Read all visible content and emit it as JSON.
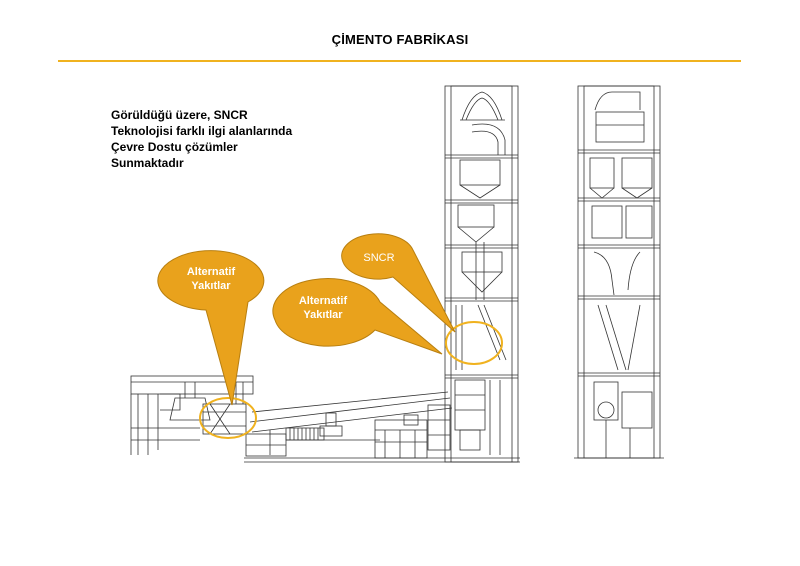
{
  "header": {
    "title": "ÇİMENTO FABRİKASI"
  },
  "intro": {
    "lines": [
      "Görüldüğü üzere, SNCR",
      "Teknolojisi farklı ilgi alanlarında",
      "Çevre Dostu çözümler",
      "Sunmaktadır"
    ]
  },
  "callouts": {
    "alt1": {
      "line1": "Alternatif",
      "line2": "Yakıtlar"
    },
    "alt2": {
      "line1": "Alternatif",
      "line2": "Yakıtlar"
    },
    "sncr": {
      "label": "SNCR"
    }
  },
  "colors": {
    "accent": "#F0B21F",
    "callout_fill": "#E9A21C",
    "callout_stroke": "#B87F10",
    "drawing": "#333333"
  }
}
